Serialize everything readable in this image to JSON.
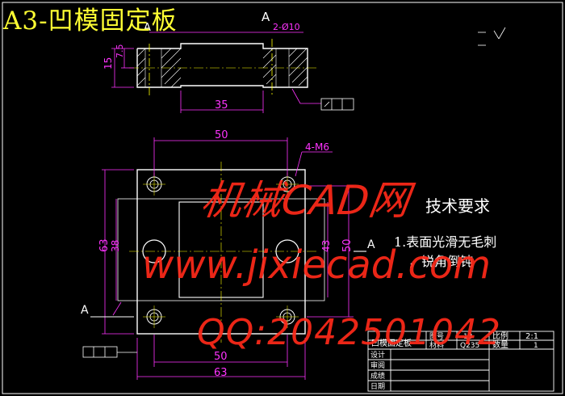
{
  "sheet_title": "A3-凹模固定板",
  "tech_requirements": {
    "heading": "技术要求",
    "line1": "1.表面光滑无毛刺",
    "line2": "，锐角倒钝"
  },
  "section_view": {
    "section_mark": "A",
    "hole_dim": "2-Ø10",
    "dim_height_left": "15",
    "dim_height_inner": "7.5",
    "dim_width_bottom": "35"
  },
  "plan_view": {
    "dim_top_width": "50",
    "thread_callout": "4-M6",
    "dim_left_height": "63",
    "dim_inner_height": "38",
    "dim_right_height": "50",
    "dim_right_inner": "43",
    "dim_bottom_inner": "50",
    "dim_bottom_outer": "63",
    "section_mark_left": "A",
    "section_mark_right": "A"
  },
  "title_block": {
    "part_name": "凹模固定板",
    "scale_label": "比例",
    "scale_value": "2:1",
    "qty_label": "数量",
    "qty_value": "1",
    "material_label": "材料",
    "material_value": "Q235",
    "drawing_no_label": "图号",
    "drawing_no_value": "13",
    "rows": [
      "设计",
      "审阅",
      "成绩",
      "日期"
    ]
  },
  "watermark": {
    "line1": "机械CAD网",
    "line2": "www.jixiecad.com",
    "line3": "QQ:2042501042"
  },
  "colors": {
    "background": "#000000",
    "outline": "#ffffff",
    "dimension": "#ff33ff",
    "centerline": "#ffff00",
    "title": "#ffff33",
    "watermark": "#ff2a1a"
  }
}
